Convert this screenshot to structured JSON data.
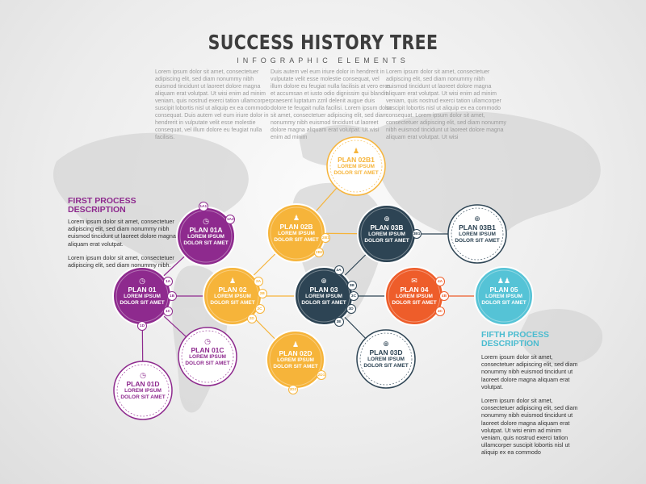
{
  "header": {
    "title": "SUCCESS HISTORY TREE",
    "subtitle": "INFOGRAPHIC ELEMENTS"
  },
  "intro_columns": [
    "Lorem ipsum dolor sit amet, consectetuer adipiscing elit, sed diam nonummy nibh euismod tincidunt ut laoreet dolore magna aliquam erat volutpat. Ut wisi enim ad minim veniam, quis nostrud exerci tation ullamcorper suscipit lobortis nisl ut aliquip ex ea commodo consequat. Duis autem vel eum iriure dolor in hendrerit in vulputate velit esse molestie consequat, vel illum dolore eu feugiat nulla facilisis.",
    "Duis autem vel eum iriure dolor in hendrerit in vulputate velit esse molestie consequat, vel illum dolore eu feugiat nulla facilisis at vero eros et accumsan et iusto odio dignissim qui blandit praesent luptatum zzril delenit augue duis dolore te feugait nulla facilisi. Lorem ipsum dolor sit amet, consectetuer adipiscing elit, sed diam nonummy nibh euismod tincidunt ut laoreet dolore magna aliquam erat volutpat. Ut wisi enim ad minim",
    "Lorem ipsum dolor sit amet, consectetuer adipiscing elit, sed diam nonummy nibh euismod tincidunt ut laoreet dolore magna aliquam erat volutpat. Ut wisi enim ad minim veniam, quis nostrud exerci tation ullamcorper suscipit lobortis nisl ut aliquip ex ea commodo consequat. Lorem ipsum dolor sit amet, consectetuer adipiscing elit, sed diam nonummy nibh euismod tincidunt ut laoreet dolore magna aliquam erat volutpat. Ut wisi"
  ],
  "first_process": {
    "title": "FIRST PROCESS DESCRIPTION",
    "color": "#8e2a8e",
    "paragraphs": [
      "Lorem ipsum dolor sit amet, consectetuer adipiscing elit, sed diam nonummy nibh euismod tincidunt ut laoreet dolore magna aliquam erat volutpat.",
      "Lorem ipsum dolor sit amet, consectetuer adipiscing elit, sed diam nonummy nibh."
    ]
  },
  "fifth_process": {
    "title": "FIFTH PROCESS DESCRIPTION",
    "color": "#4bbcd0",
    "paragraphs": [
      "Lorem ipsum dolor sit amet, consectetuer adipiscing elit, sed diam nonummy nibh euismod tincidunt ut laoreet dolore magna aliquam erat volutpat.",
      "Lorem ipsum dolor sit amet, consectetuer adipiscing elit, sed diam nonummy nibh euismod tincidunt ut laoreet dolore magna aliquam erat volutpat. Ut wisi enim ad minim veniam, quis nostrud exerci tation ullamcorper suscipit lobortis nisl ut aliquip ex ea commodo"
    ]
  },
  "colors": {
    "purple": "#8e2a8e",
    "yellow": "#f6b43a",
    "navy": "#2d4454",
    "orange": "#ee5d2a",
    "cyan": "#55c3d6"
  },
  "nodes": [
    {
      "id": "plan01",
      "title": "PLAN 01",
      "body": "LOREM IPSUM DOLOR SIT AMET",
      "style": "filled",
      "color": "#8e2a8e",
      "icon": "clock-icon",
      "glyph": "◷"
    },
    {
      "id": "plan01a",
      "title": "PLAN 01A",
      "body": "LOREM IPSUM DOLOR SIT AMET",
      "style": "filled",
      "color": "#8e2a8e",
      "icon": "clock-icon",
      "glyph": "◷"
    },
    {
      "id": "plan01c",
      "title": "PLAN 01C",
      "body": "LOREM IPSUM DOLOR SIT AMET",
      "style": "outline",
      "color": "#8e2a8e",
      "icon": "clock-icon",
      "glyph": "◷"
    },
    {
      "id": "plan01d",
      "title": "PLAN 01D",
      "body": "LOREM IPSUM DOLOR SIT AMET",
      "style": "outline",
      "color": "#8e2a8e",
      "icon": "clock-icon",
      "glyph": "◷"
    },
    {
      "id": "plan02",
      "title": "PLAN 02",
      "body": "LOREM IPSUM DOLOR SIT AMET",
      "style": "filled",
      "color": "#f6b43a",
      "icon": "person-icon",
      "glyph": "♟"
    },
    {
      "id": "plan02b",
      "title": "PLAN 02B",
      "body": "LOREM IPSUM DOLOR SIT AMET",
      "style": "filled",
      "color": "#f6b43a",
      "icon": "person-icon",
      "glyph": "♟"
    },
    {
      "id": "plan02b1",
      "title": "PLAN 02B1",
      "body": "LOREM IPSUM DOLOR SIT AMET",
      "style": "outline",
      "color": "#f6b43a",
      "icon": "person-icon",
      "glyph": "♟"
    },
    {
      "id": "plan02d",
      "title": "PLAN 02D",
      "body": "LOREM IPSUM DOLOR SIT AMET",
      "style": "filled",
      "color": "#f6b43a",
      "icon": "person-icon",
      "glyph": "♟"
    },
    {
      "id": "plan03",
      "title": "PLAN 03",
      "body": "LOREM IPSUM DOLOR SIT AMET",
      "style": "filled",
      "color": "#2d4454",
      "icon": "globe-icon",
      "glyph": "⊕"
    },
    {
      "id": "plan03b",
      "title": "PLAN 03B",
      "body": "LOREM IPSUM DOLOR SIT AMET",
      "style": "filled",
      "color": "#2d4454",
      "icon": "globe-icon",
      "glyph": "⊕"
    },
    {
      "id": "plan03b1",
      "title": "PLAN 03B1",
      "body": "LOREM IPSUM DOLOR SIT AMET",
      "style": "outline",
      "color": "#2d4454",
      "icon": "globe-icon",
      "glyph": "⊕"
    },
    {
      "id": "plan03d",
      "title": "PLAN 03D",
      "body": "LOREM IPSUM DOLOR SIT AMET",
      "style": "outline",
      "color": "#2d4454",
      "icon": "globe-icon",
      "glyph": "⊕"
    },
    {
      "id": "plan04",
      "title": "PLAN 04",
      "body": "LOREM IPSUM DOLOR SIT AMET",
      "style": "filled",
      "color": "#ee5d2a",
      "icon": "chat-icon",
      "glyph": "✉"
    },
    {
      "id": "plan05",
      "title": "PLAN 05",
      "body": "LOREM IPSUM DOLOR SIT AMET",
      "style": "filled",
      "color": "#55c3d6",
      "icon": "group-icon",
      "glyph": "♟♟"
    }
  ],
  "badges": [
    {
      "node": "plan01",
      "text": "1A",
      "color": "#8e2a8e"
    },
    {
      "node": "plan01",
      "text": "1B",
      "color": "#8e2a8e"
    },
    {
      "node": "plan01",
      "text": "1C",
      "color": "#8e2a8e"
    },
    {
      "node": "plan01",
      "text": "1D",
      "color": "#8e2a8e"
    },
    {
      "node": "plan01a",
      "text": "1A1",
      "color": "#8e2a8e"
    },
    {
      "node": "plan01a",
      "text": "1A2",
      "color": "#8e2a8e"
    },
    {
      "node": "plan02",
      "text": "2A",
      "color": "#f6b43a"
    },
    {
      "node": "plan02",
      "text": "2B",
      "color": "#f6b43a"
    },
    {
      "node": "plan02",
      "text": "2C",
      "color": "#f6b43a"
    },
    {
      "node": "plan02",
      "text": "2D",
      "color": "#f6b43a"
    },
    {
      "node": "plan02b",
      "text": "2B1",
      "color": "#f6b43a"
    },
    {
      "node": "plan02b",
      "text": "2B2",
      "color": "#f6b43a"
    },
    {
      "node": "plan02d",
      "text": "2D1",
      "color": "#f6b43a"
    },
    {
      "node": "plan02d",
      "text": "2D2",
      "color": "#f6b43a"
    },
    {
      "node": "plan03",
      "text": "3A",
      "color": "#2d4454"
    },
    {
      "node": "plan03",
      "text": "3B",
      "color": "#2d4454"
    },
    {
      "node": "plan03",
      "text": "3C",
      "color": "#2d4454"
    },
    {
      "node": "plan03",
      "text": "3D",
      "color": "#2d4454"
    },
    {
      "node": "plan03",
      "text": "3E",
      "color": "#2d4454"
    },
    {
      "node": "plan03b",
      "text": "3B1",
      "color": "#2d4454"
    },
    {
      "node": "plan04",
      "text": "4A",
      "color": "#ee5d2a"
    },
    {
      "node": "plan04",
      "text": "4B",
      "color": "#ee5d2a"
    },
    {
      "node": "plan04",
      "text": "4C",
      "color": "#ee5d2a"
    }
  ],
  "edges": [
    [
      "plan01",
      "plan01a"
    ],
    [
      "plan01",
      "plan01c"
    ],
    [
      "plan01",
      "plan01d"
    ],
    [
      "plan01",
      "plan02"
    ],
    [
      "plan02",
      "plan02b"
    ],
    [
      "plan02",
      "plan02d"
    ],
    [
      "plan02",
      "plan03"
    ],
    [
      "plan02b",
      "plan02b1"
    ],
    [
      "plan02b",
      "plan03b"
    ],
    [
      "plan03",
      "plan03b"
    ],
    [
      "plan03",
      "plan03d"
    ],
    [
      "plan03",
      "plan04"
    ],
    [
      "plan03b",
      "plan03b1"
    ],
    [
      "plan04",
      "plan05"
    ]
  ]
}
